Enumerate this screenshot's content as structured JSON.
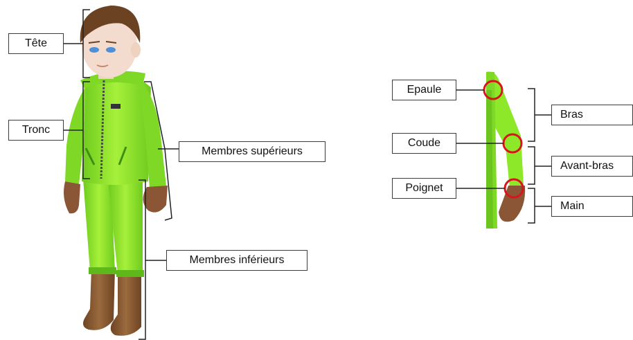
{
  "labels": {
    "head": "Tête",
    "trunk": "Tronc",
    "upper_limbs": "Membres supérieurs",
    "lower_limbs": "Membres inférieurs",
    "shoulder": "Epaule",
    "elbow": "Coude",
    "wrist": "Poignet",
    "arm": "Bras",
    "forearm": "Avant-bras",
    "hand": "Main"
  },
  "colors": {
    "suit": "#8ee82a",
    "suit_shadow": "#5fb81a",
    "skin": "#f3dccd",
    "hair": "#6b4222",
    "boots": "#8a5a32",
    "gloves": "#8a5636",
    "joint_marker": "#d9141c",
    "line": "#222222"
  }
}
